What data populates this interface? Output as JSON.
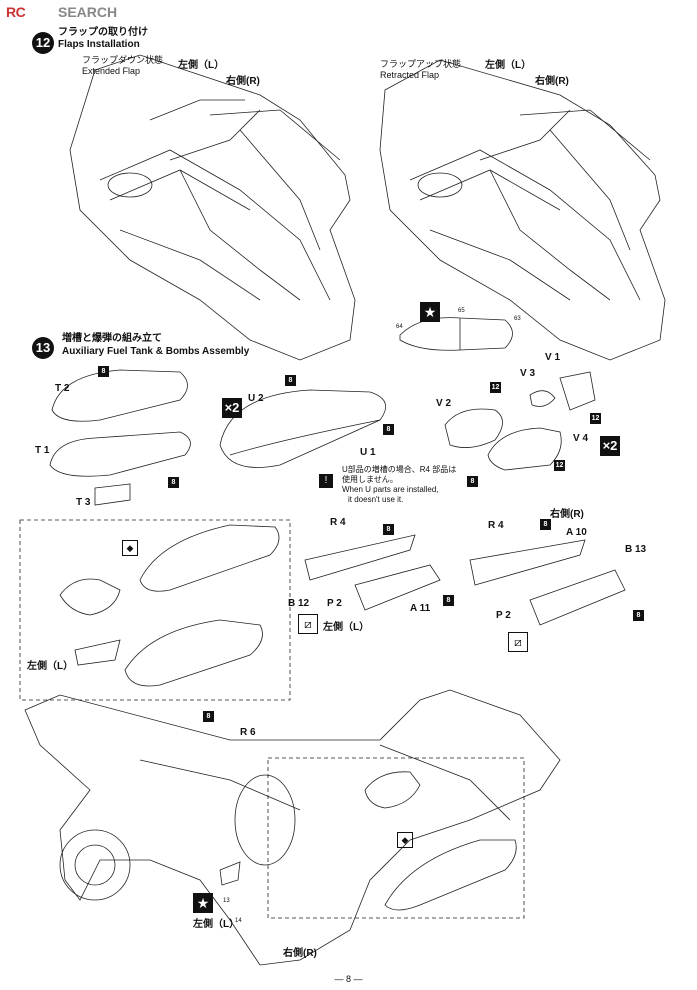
{
  "watermark": {
    "logo_text": "RC ",
    "search": "SEARCH"
  },
  "step12": {
    "number": "12",
    "title_jp": "フラップの取り付け",
    "title_en": "Flaps Installation",
    "left": {
      "state_jp": "フラップダウン状態",
      "state_en": "Extended Flap",
      "left_side": "左側（L）",
      "right_side": "右側(R)"
    },
    "right": {
      "state_jp": "フラップアップ状態",
      "state_en": "Retracted Flap",
      "left_side": "左側（L）",
      "right_side": "右側(R)"
    }
  },
  "step13": {
    "number": "13",
    "title_jp": "増槽と爆弾の組み立て",
    "title_en": "Auxiliary Fuel Tank & Bombs Assembly"
  },
  "tank_detail": {
    "n64": "64",
    "n65": "65",
    "n63": "63"
  },
  "parts": {
    "T2": "T 2",
    "T1": "T 1",
    "T3": "T 3",
    "U2": "U 2",
    "U1": "U 1",
    "V1": "V 1",
    "V3": "V 3",
    "V2": "V 2",
    "V4": "V 4",
    "R4a": "R 4",
    "R4b": "R 4",
    "B12": "B 12",
    "P2a": "P 2",
    "A11": "A 11",
    "A10": "A 10",
    "B13": "B 13",
    "P2b": "P 2",
    "R6": "R 6"
  },
  "multipliers": {
    "u": "×2",
    "v": "×2"
  },
  "paint_nums": {
    "t2": "8",
    "t1": "8",
    "u2": "8",
    "u1": "8",
    "v1": "12",
    "v2": "12",
    "v4": "12",
    "r4l": "8",
    "a11": "8",
    "r4r": "8",
    "b13": "8",
    "r6": "8",
    "v_bottom": "8"
  },
  "note": {
    "jp1": "U部品の増槽の場合、R4 部品は",
    "jp2": "使用しません。",
    "en1": "When U parts are installed,",
    "en2": "it doesn't use it."
  },
  "sides": {
    "left_mid": "左側（L）",
    "right_mid": "右側(R)",
    "left_box": "左側（L）",
    "left_bottom": "左側（L）",
    "right_bottom": "右側(R)"
  },
  "bottom_codes": {
    "n13": "13",
    "n14": "14"
  },
  "page_number": "— 8 —"
}
